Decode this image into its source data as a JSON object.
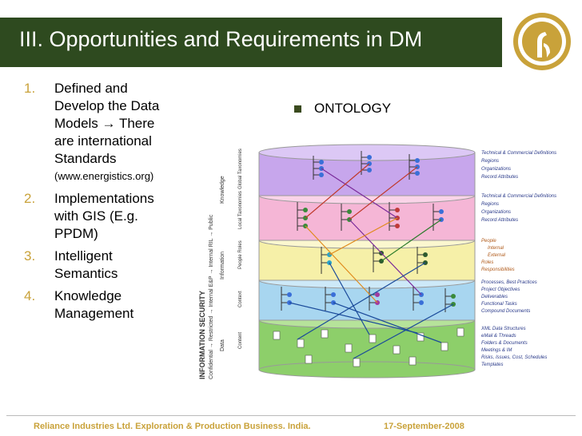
{
  "title": "III. Opportunities and Requirements in DM",
  "list": [
    {
      "num": "1.",
      "lines": [
        "Defined and",
        "Develop the Data",
        "Models → There",
        "are international",
        "Standards"
      ],
      "note": "(www.energistics.org)"
    },
    {
      "num": "2.",
      "lines": [
        "Implementations",
        "with GIS (E.g.",
        "PPDM)"
      ]
    },
    {
      "num": "3.",
      "lines": [
        "Intelligent",
        "Semantics"
      ]
    },
    {
      "num": "4.",
      "lines": [
        "Knowledge",
        "Management"
      ]
    }
  ],
  "ontology_label": "ONTOLOGY",
  "figure": {
    "security_label": "INFORMATION SECURITY",
    "security_sub": "Confidential → Restricted → Internal E&P → Internal RIL → Public",
    "left_labels": [
      "Data",
      "Information",
      "Knowledge"
    ],
    "right_labels": [
      "Global Taxonomies",
      "Local Taxonomies",
      "People Roles",
      "Context",
      "Content"
    ],
    "legend": [
      [
        "Technical & Commercial Definitions",
        "Regions",
        "Organizations",
        "Record Attributes"
      ],
      [
        "Technical & Commercial Definitions",
        "Regions",
        "Organizations",
        "Record Attributes"
      ],
      [
        "People",
        "Internal",
        "External",
        "Roles",
        "Responsibilities"
      ],
      [
        "Processes, Best Practices",
        "Project Objectives",
        "Deliverables",
        "Functional Tasks",
        "Compound Documents"
      ],
      [
        "XML Data Structures",
        "eMail & Threads",
        "Folders & Documents",
        "Meetings & IM",
        "Risks, Issues, Cost, Schedules",
        "Templates"
      ]
    ]
  },
  "footer": "Reliance Industries Ltd. Exploration & Production Business. India.",
  "footer_date": "17-September-2008",
  "colors": {
    "title_bg": "#2e4a1f",
    "accent": "#c9a23a"
  }
}
